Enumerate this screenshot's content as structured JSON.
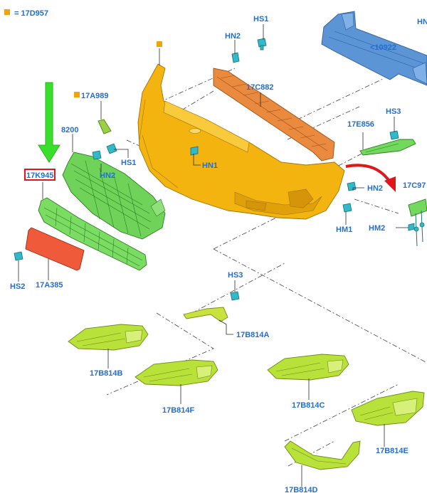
{
  "legend": {
    "text": "= 17D957",
    "color": "#f2a20b"
  },
  "labels": {
    "l_17k945": "17K945",
    "l_8200": "8200",
    "l_17a989": "17A989",
    "l_hn2_grille": "HN2",
    "l_hs1_grille": "HS1",
    "l_hs2": "HS2",
    "l_17a385": "17A385",
    "l_hn2_top": "HN2",
    "l_hs1_top": "HS1",
    "l_hn_tr": "HN",
    "l_10922": "<10922",
    "l_17c882": "17C882",
    "l_hn1": "HN1",
    "l_17e856": "17E856",
    "l_hs3_right": "HS3",
    "l_17c97": "17C97",
    "l_hn2_right": "HN2",
    "l_hm1": "HM1",
    "l_hm2": "HM2",
    "l_hs3_low": "HS3",
    "l_17b814a": "17B814A",
    "l_17b814b": "17B814B",
    "l_17b814f": "17B814F",
    "l_17b814c": "17B814C",
    "l_17b814e": "17B814E",
    "l_17b814d": "17B814D"
  },
  "highlight": {
    "label_key": "l_17k945",
    "box_color": "#e0161b"
  },
  "colors": {
    "bumper": "#f3b40f",
    "reinforcement": "#5b95d6",
    "absorber": "#e98a3f",
    "grille": "#6fd35a",
    "lower_grille": "#7bdc63",
    "insert": "#ef5b3a",
    "trims": "#b8e23a",
    "clip": "#31b8c9",
    "arrow_green": "#39e02b",
    "arrow_red": "#e0161b"
  },
  "icons": [
    "green-down-arrow-icon",
    "red-curved-arrow-icon",
    "clip-icon"
  ]
}
